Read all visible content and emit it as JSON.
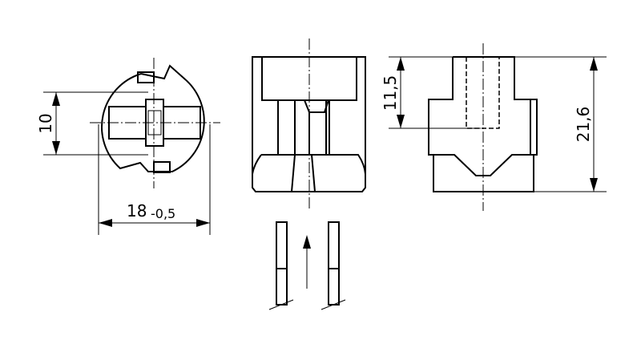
{
  "drawing": {
    "title": "Lamp holder technical drawing",
    "dimensions": {
      "height_contact": "10",
      "width": "18",
      "width_tolerance": "-0,5",
      "pin_depth": "11,5",
      "total_height": "21,6"
    }
  }
}
